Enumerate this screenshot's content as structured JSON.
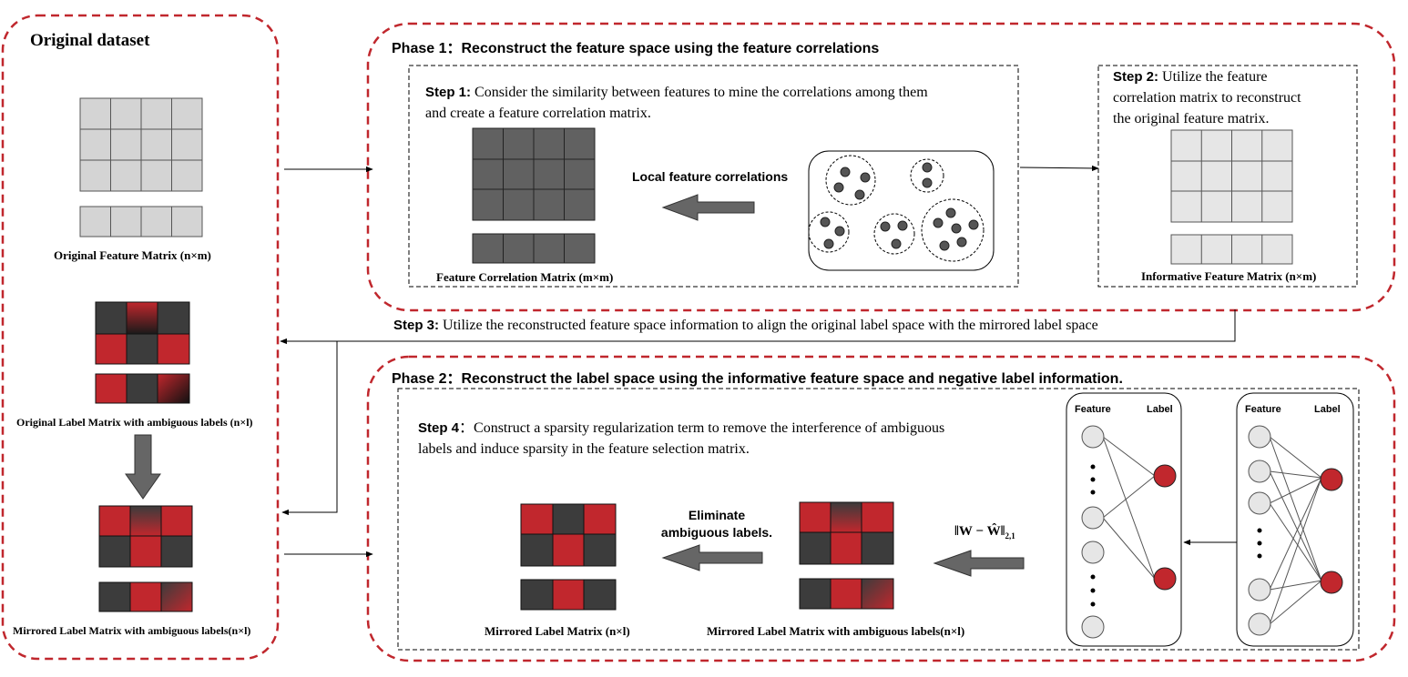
{
  "original_dataset": {
    "title": "Original dataset",
    "feature_caption": "Original Feature Matrix (n×m)",
    "label_caption": "Original Label Matrix with ambiguous labels (n×l)",
    "mirrored_caption": "Mirrored Label Matrix with ambiguous labels(n×l)"
  },
  "phase1": {
    "title": "Phase 1：Reconstruct  the feature space using the feature correlations",
    "step1_label": "Step 1:",
    "step1_line1": " Consider the similarity between features to mine the correlations among them",
    "step1_line2": "and create a feature correlation matrix.",
    "local_label": "Local feature correlations",
    "fcm_caption": "Feature Correlation Matrix (m×m)",
    "step2_label": "Step 2:",
    "step2_line1": " Utilize the feature",
    "step2_line2": "correlation matrix to reconstruct",
    "step2_line3": "the original feature matrix.",
    "ifm_caption": "Informative Feature Matrix (n×m)"
  },
  "step3": {
    "label": "Step 3:",
    "text": " Utilize the reconstructed feature space information to align the original label space with the mirrored label space"
  },
  "phase2": {
    "title": "Phase 2：Reconstruct  the label space using the informative feature space and negative label information.",
    "step4_label": "Step 4",
    "step4_line1": "：Construct a sparsity regularization term to remove the interference of ambiguous",
    "step4_line2": "labels and induce sparsity in the feature selection matrix.",
    "elim_line1": "Eliminate",
    "elim_line2": "ambiguous labels.",
    "norm_formula": "‖W − Ŵ‖",
    "norm_sub": "2,1",
    "mirrored_caption": "Mirrored Label Matrix (n×l)",
    "mirrored_amb_caption": "Mirrored Label Matrix with ambiguous labels(n×l)",
    "net1": {
      "feature": "Feature",
      "label": "Label"
    },
    "net2": {
      "feature": "Feature",
      "label": "Label"
    }
  },
  "colors": {
    "dashed_red": "#c0272d",
    "dark_cell": "#3c3c3c",
    "red_cell": "#c1272d",
    "light_cell": "#d4d4d4",
    "corr_cell": "#616161",
    "informative_cell": "#e6e6e6"
  }
}
